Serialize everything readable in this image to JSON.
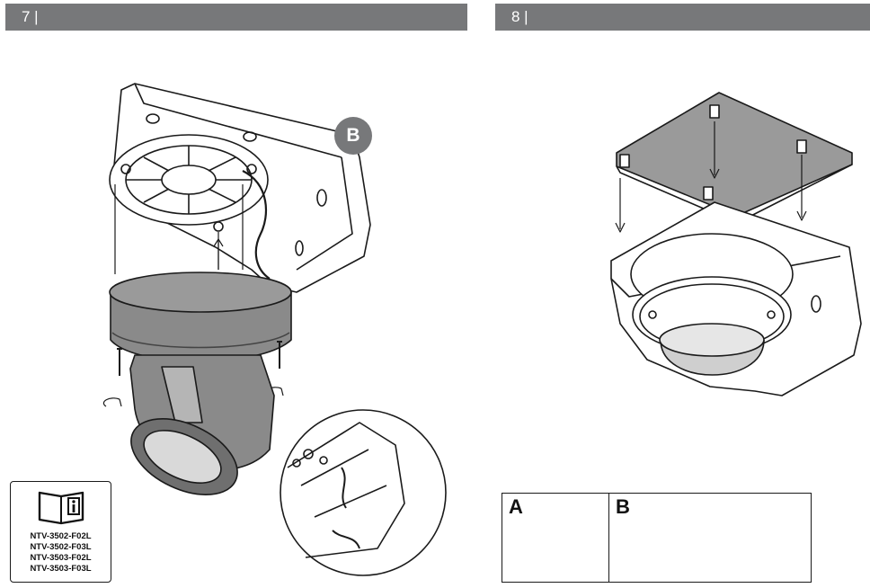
{
  "steps": [
    {
      "label": "7 |"
    },
    {
      "label": "8 |"
    }
  ],
  "callout": {
    "label": "B"
  },
  "info_box": {
    "icon": "manual-info-icon",
    "models": [
      "NTV-3502-F02L",
      "NTV-3502-F03L",
      "NTV-3503-F02L",
      "NTV-3503-F03L"
    ]
  },
  "options": {
    "a_label": "A",
    "b_label": "B"
  },
  "colors": {
    "header_bg": "#77787a",
    "line": "#1a1a1a",
    "shade": "#8a8a8a"
  }
}
